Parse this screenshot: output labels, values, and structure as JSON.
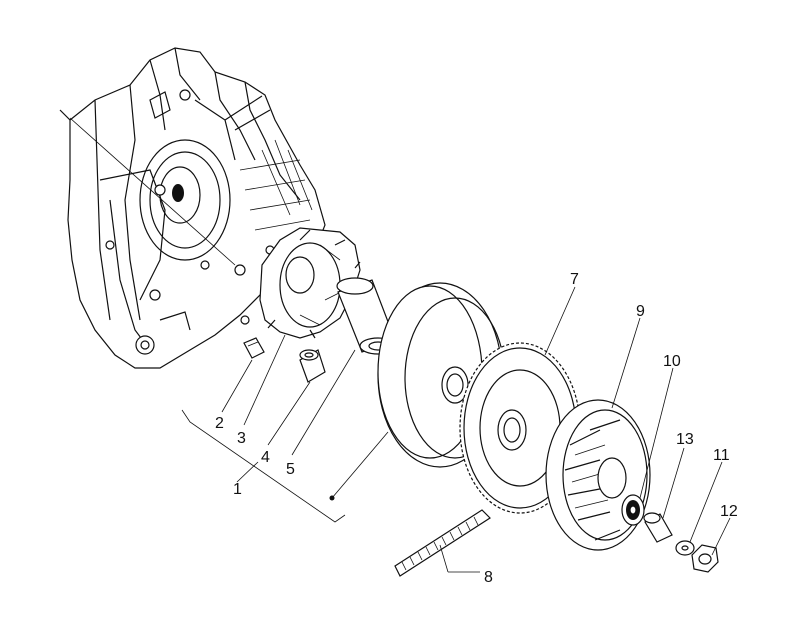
{
  "labels": {
    "l1": "1",
    "l2": "2",
    "l3": "3",
    "l4": "4",
    "l5": "5",
    "l7": "7",
    "l8": "8",
    "l9": "9",
    "l10": "10",
    "l11": "11",
    "l12": "12",
    "l13": "13"
  }
}
